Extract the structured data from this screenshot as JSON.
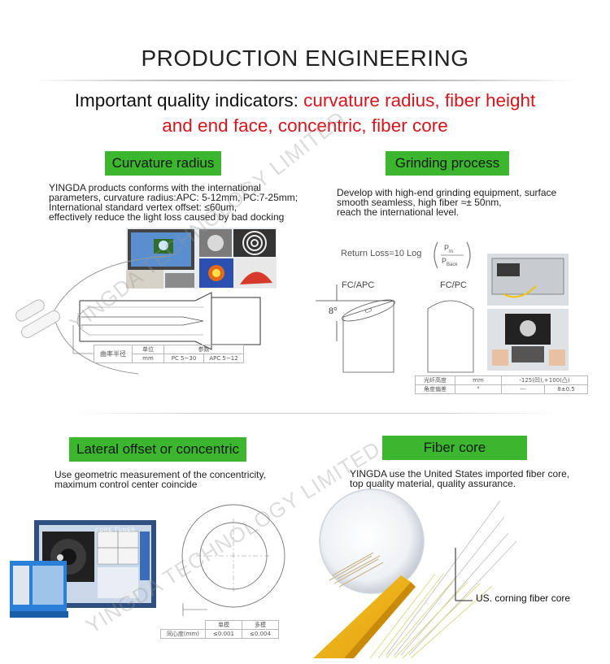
{
  "header": {
    "title": "PRODUCTION ENGINEERING",
    "subtitle_lead": "Important quality indicators: ",
    "subtitle_highlight_1": "curvature radius, fiber height",
    "subtitle_highlight_2": "and end face, concentric, fiber core"
  },
  "curvature": {
    "label": "Curvature radius",
    "lines": [
      "YINGDA products conforms with the international",
      "parameters, curvature radius:APC: 5-12mm, PC:7-25mm;",
      "International standard vertex offset: ≤60um,",
      "effectively reduce the light loss caused by bad docking"
    ],
    "table": {
      "row_label": "曲率半径",
      "headers": [
        "单位",
        "参数"
      ],
      "values": [
        "mm",
        "PC 5~30",
        "APC 5~12"
      ]
    }
  },
  "grinding": {
    "label": "Grinding process",
    "lines": [
      "Develop with high-end grinding equipment, surface",
      "smooth seamless, high fiber ≈± 50nm,",
      "reach the international level."
    ],
    "formula_prefix": "Return Loss=10 Log",
    "formula_num": "P",
    "formula_num_sub": "In",
    "formula_den": "P",
    "formula_den_sub": "Back",
    "fc_apc": "FC/APC",
    "fc_pc": "FC/PC",
    "angle": "8°",
    "table": {
      "rows": [
        [
          "光纤高度",
          "mm",
          "-125(凹),+100(凸)"
        ],
        [
          "角度偏差",
          "°",
          "---",
          "8±0.5"
        ]
      ]
    }
  },
  "lateral": {
    "label": "Lateral offset or concentric",
    "lines": [
      "Use geometric measurement of the concentricity,",
      "maximum control center coincide"
    ],
    "screen_title": "CORE TUNER",
    "table": {
      "headers": [
        "单模",
        "多模"
      ],
      "row_label": "同心度(mm)",
      "values": [
        "≤0.001",
        "≤0.004"
      ]
    }
  },
  "fiber": {
    "label": "Fiber core",
    "lines": [
      "YINGDA use the United States imported fiber core,",
      "top quality material, quality assurance."
    ],
    "callout": "US. corning fiber core"
  },
  "watermark": "YINGDA TECHNOLOGY LIMITED",
  "colors": {
    "label_green": "#3cb52f",
    "highlight_red": "#d8141c",
    "fiber_jacket": "#f2b416"
  }
}
